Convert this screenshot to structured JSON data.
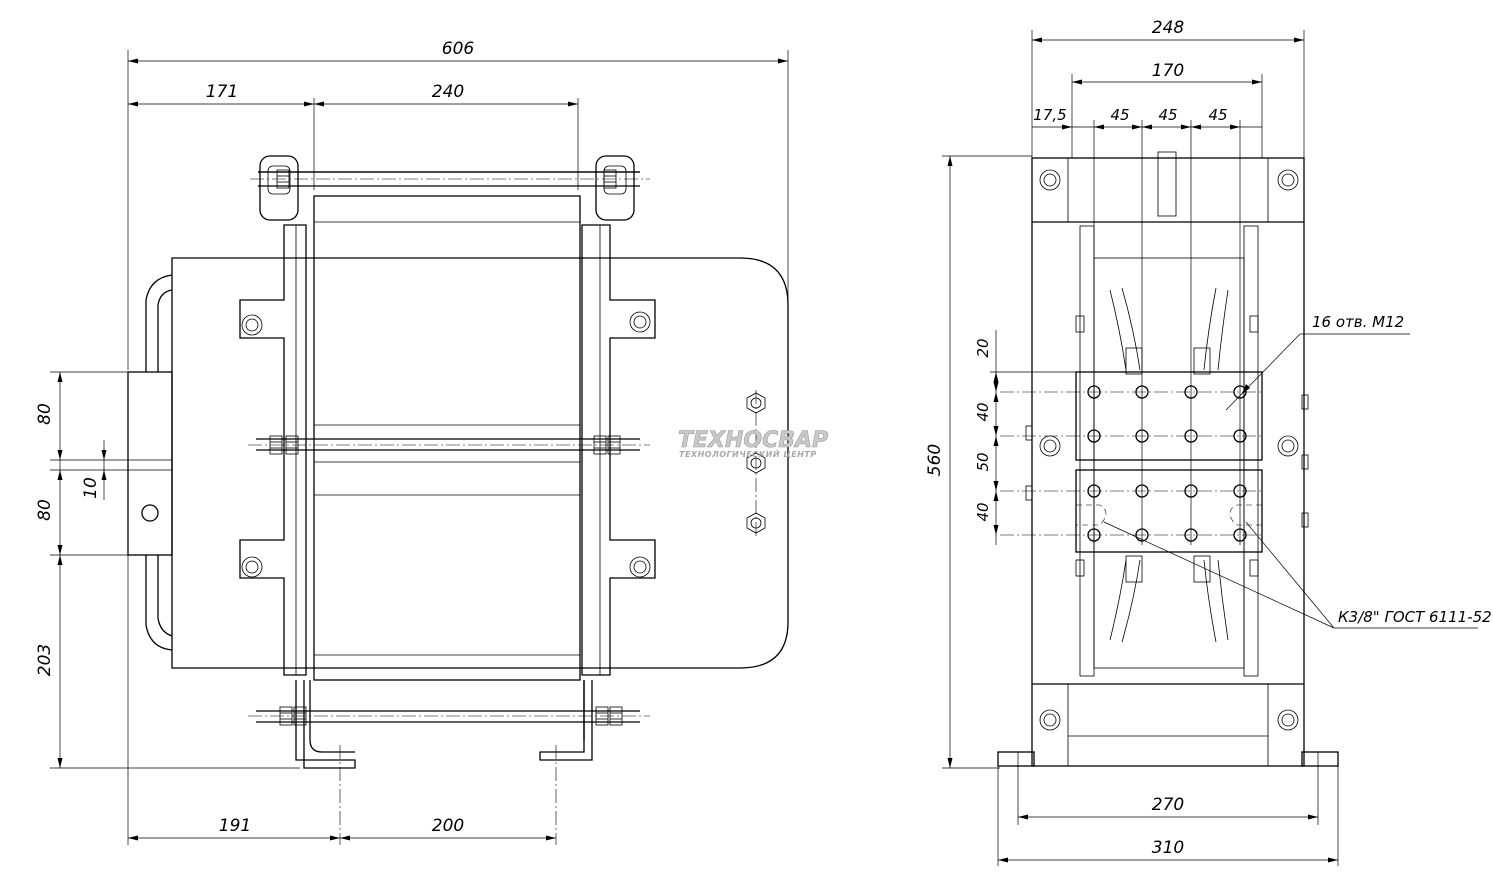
{
  "front_view": {
    "dims": {
      "overall_width": "606",
      "left_offset": "171",
      "frame_width": "240",
      "slot_top": "80",
      "gap": "10",
      "slot_bottom": "80",
      "lower_height": "203",
      "foot_offset": "191",
      "foot_spacing": "200"
    }
  },
  "side_view": {
    "dims": {
      "overall_width": "248",
      "hole_span": "170",
      "edge_offset": "17,5",
      "pitch_1": "45",
      "pitch_2": "45",
      "pitch_3": "45",
      "v_20": "20",
      "v_40a": "40",
      "v_50": "50",
      "v_40b": "40",
      "height": "560",
      "base_holes": "270",
      "base_width": "310"
    },
    "callouts": {
      "holes": "16 отв. М12",
      "fitting": "К3/8\" ГОСТ 6111-52"
    }
  },
  "watermark": {
    "brand": "ТЕХНОСВАР",
    "subtitle": "ТЕХНОЛОГИЧЕСКИЙ ЦЕНТР"
  }
}
